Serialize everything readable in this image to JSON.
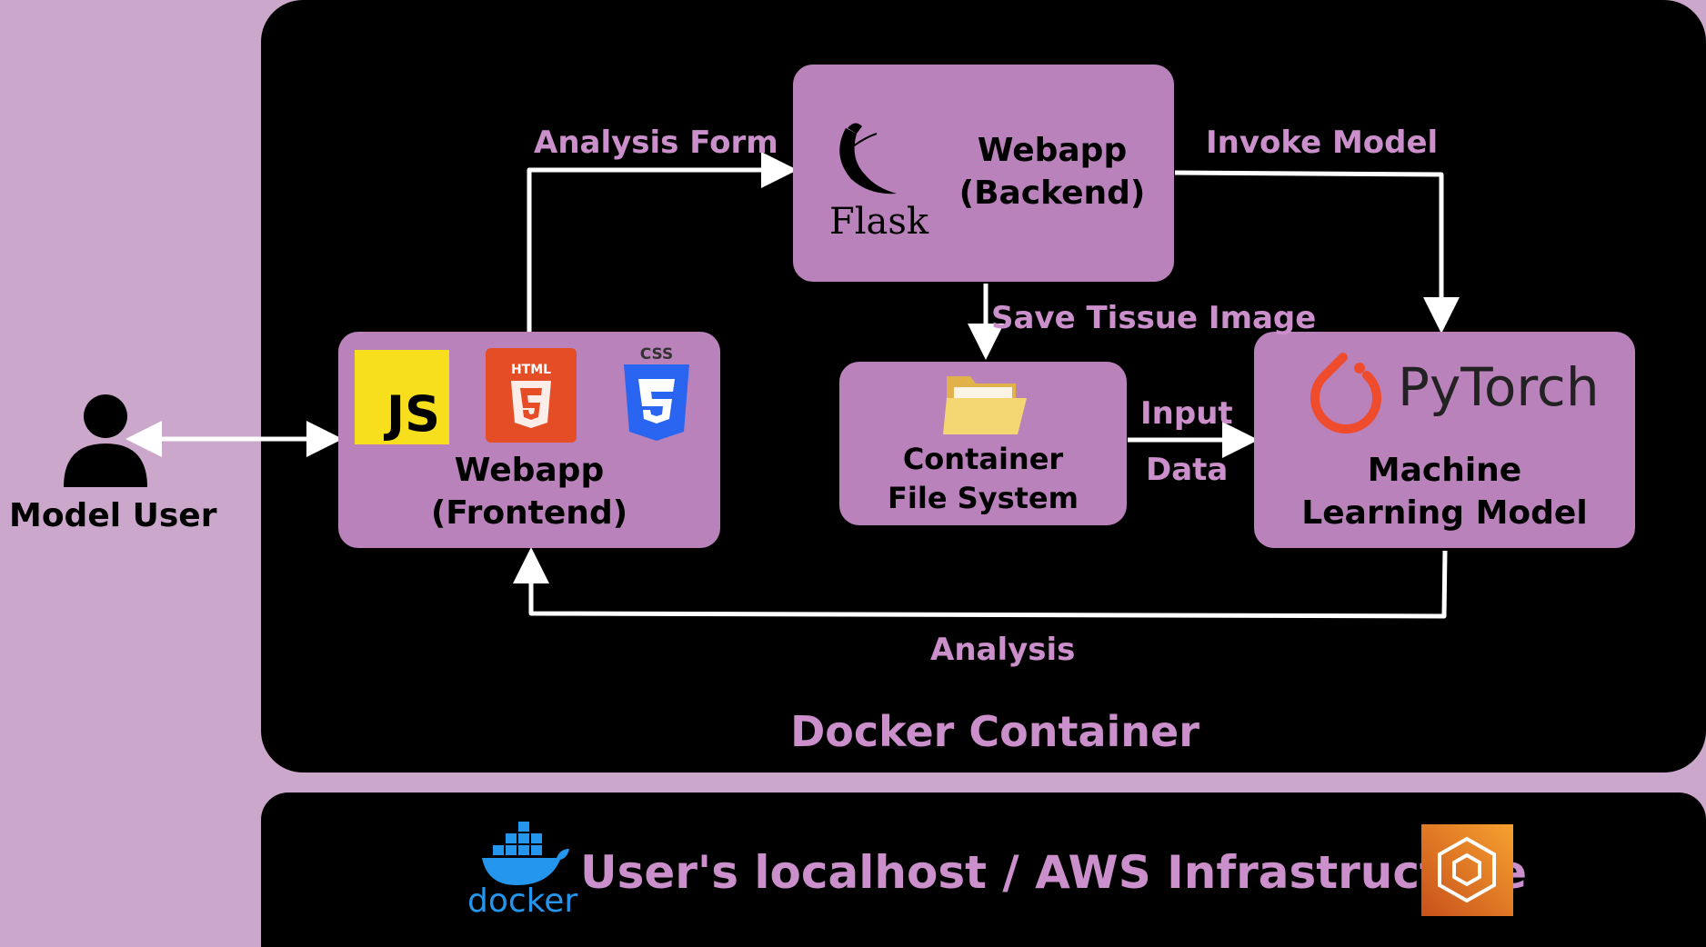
{
  "user": {
    "label": "Model User"
  },
  "frontend": {
    "title_line1": "Webapp",
    "title_line2": "(Frontend)",
    "js_badge": "JS",
    "html_badge": "HTML",
    "css_badge": "CSS"
  },
  "backend": {
    "title_line1": "Webapp",
    "title_line2": "(Backend)",
    "flask_text": "Flask"
  },
  "filesystem": {
    "title_line1": "Container",
    "title_line2": "File System"
  },
  "ml": {
    "brand": "PyTorch",
    "title_line1": "Machine",
    "title_line2": "Learning Model"
  },
  "edges": {
    "analysis_form": "Analysis Form",
    "invoke_model": "Invoke Model",
    "save_tissue": "Save Tissue Image",
    "input_data_line1": "Input",
    "input_data_line2": "Data",
    "analysis": "Analysis"
  },
  "container": {
    "label": "Docker Container"
  },
  "infra": {
    "label": "User's localhost / AWS Infrastructure",
    "docker_text": "docker"
  },
  "colors": {
    "box": "#ba82bb",
    "label": "#cb8fcb",
    "background": "#cba8cb",
    "js": "#f7df1e",
    "html": "#e44d26",
    "css": "#2965f1",
    "pytorch": "#ee4c2c",
    "aws": "#e8741e",
    "docker": "#2496ed"
  }
}
